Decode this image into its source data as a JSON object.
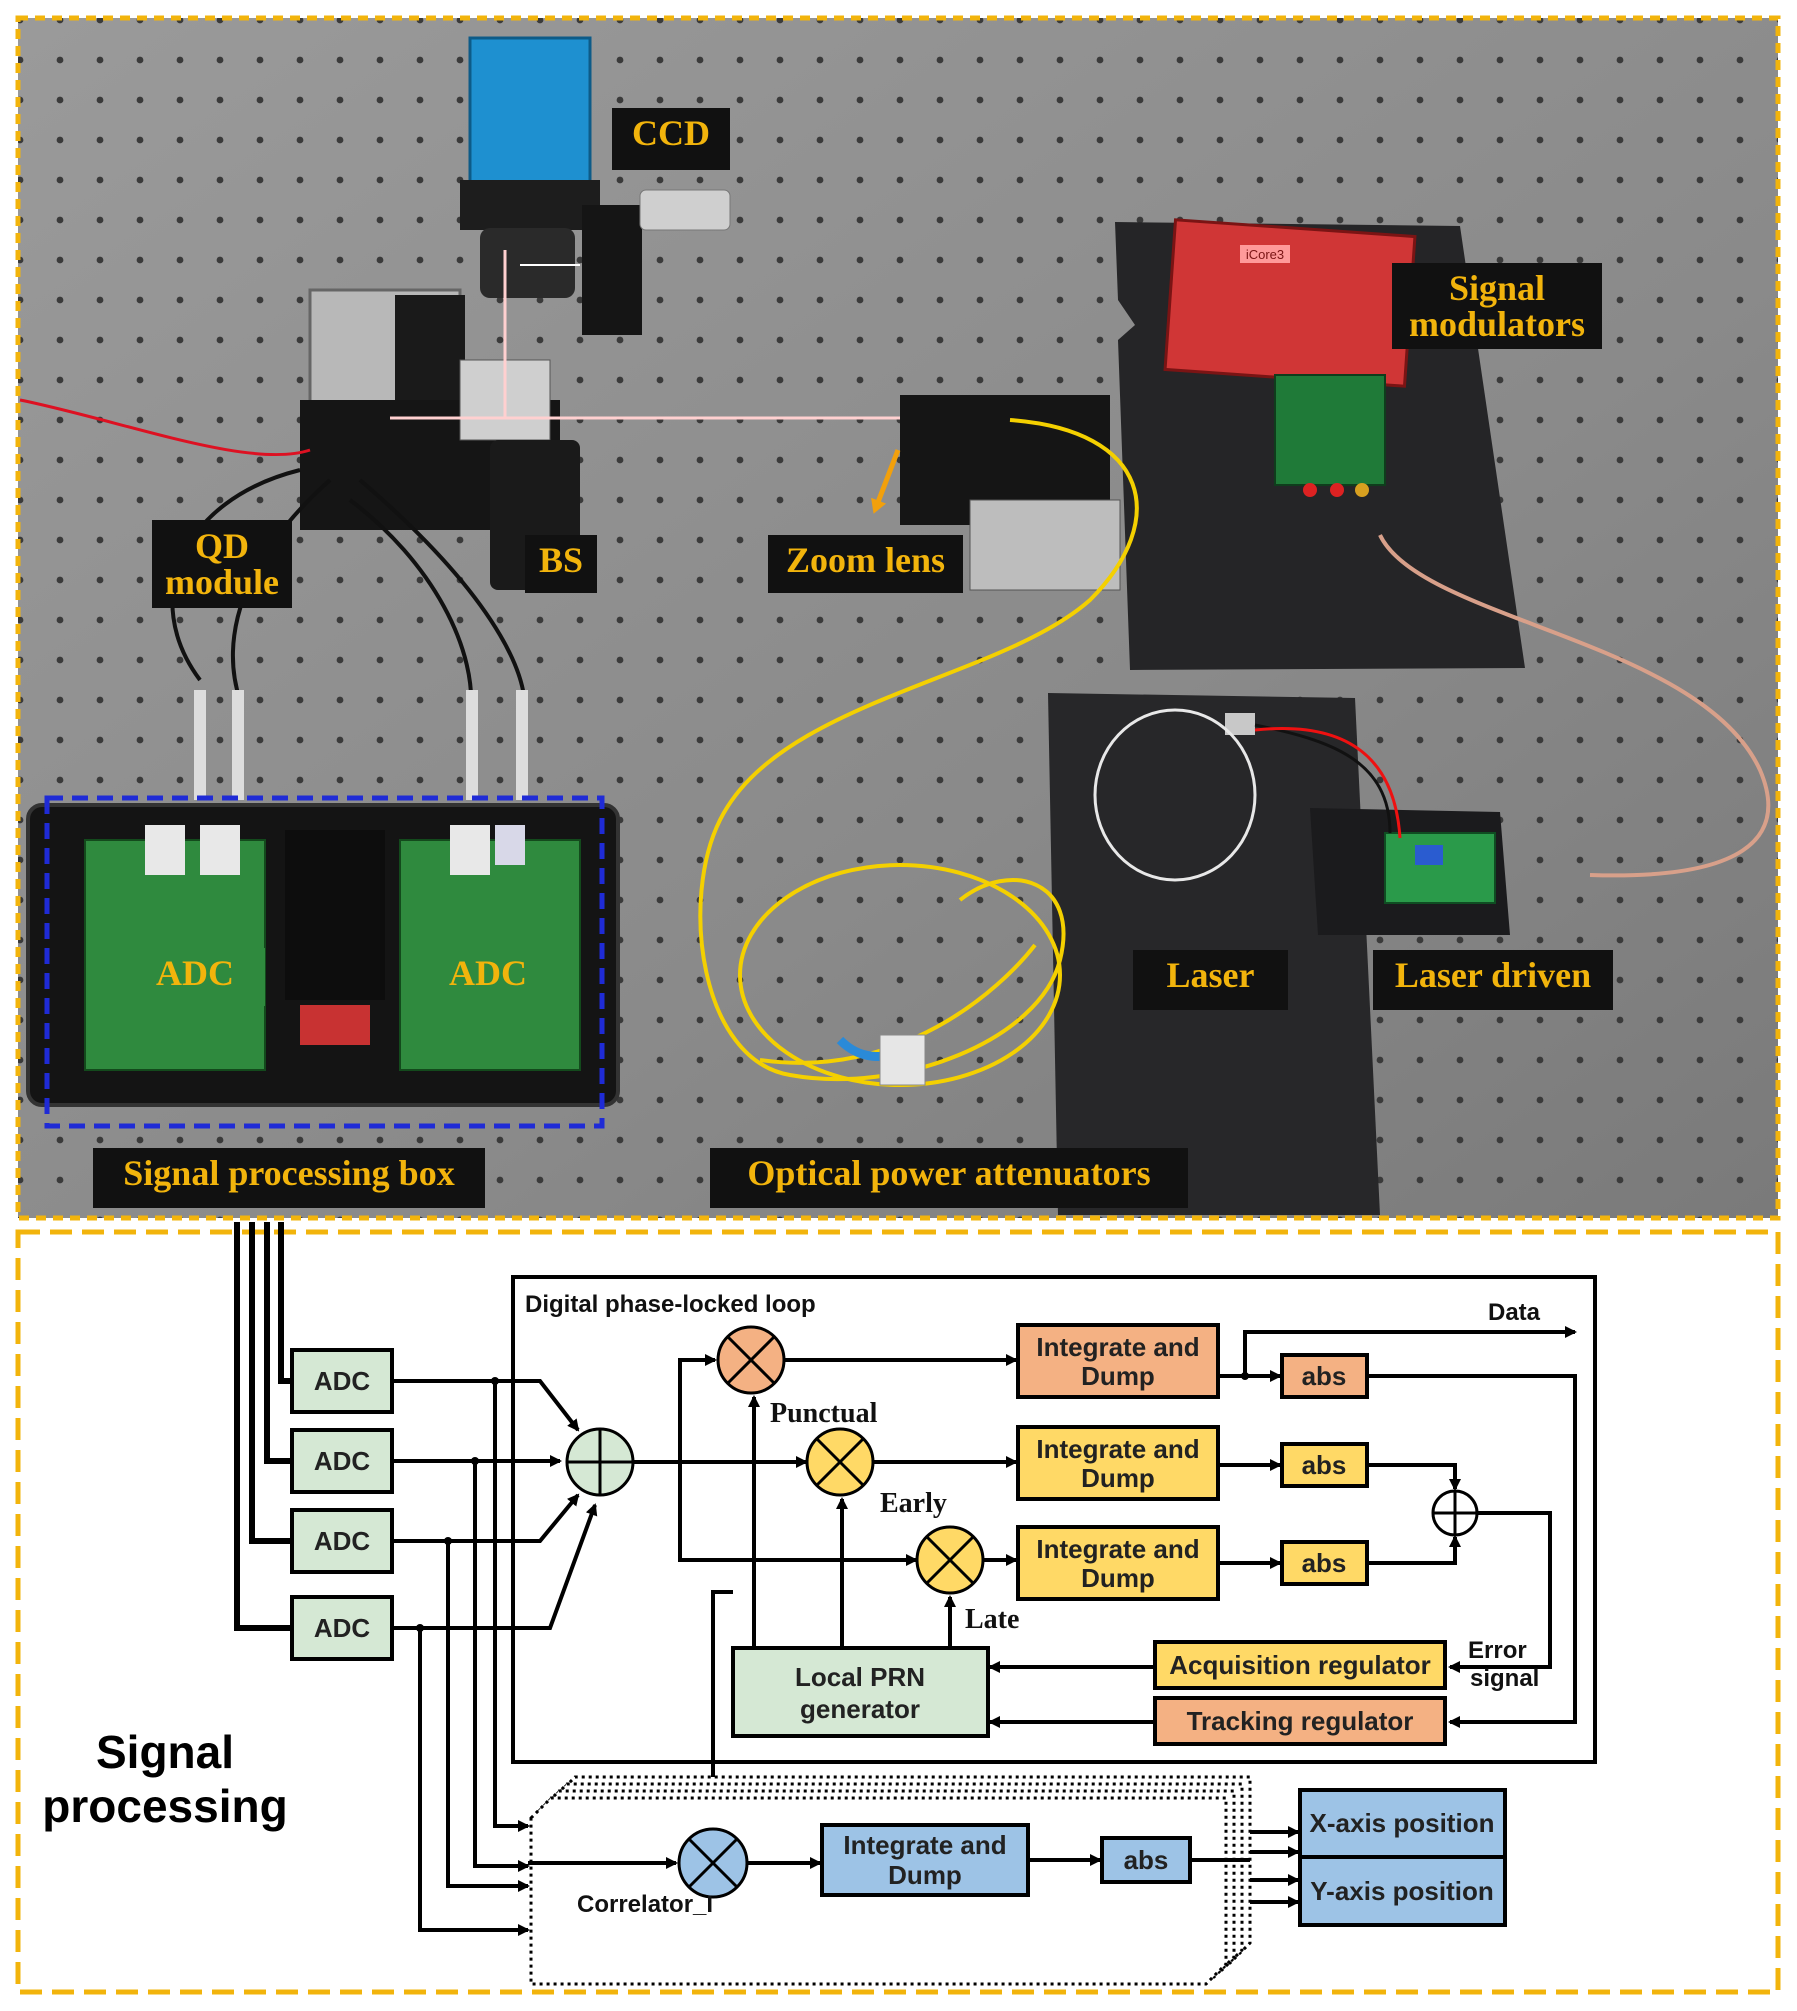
{
  "photo_labels": {
    "ccd": "CCD",
    "signal_modulators_1": "Signal",
    "signal_modulators_2": "modulators",
    "qd_module_1": "QD",
    "qd_module_2": "module",
    "bs": "BS",
    "zoom_lens": "Zoom lens",
    "adc_left": "ADC",
    "adc_right": "ADC",
    "laser": "Laser",
    "laser_driven": "Laser driven",
    "signal_processing_box": "Signal processing box",
    "optical_power_attenuators": "Optical power attenuators",
    "board_text": "iCore3"
  },
  "diagram": {
    "adc_blocks": [
      "ADC",
      "ADC",
      "ADC",
      "ADC"
    ],
    "dpll_title": "Digital phase-locked loop",
    "integrate_dump_1": "Integrate and",
    "integrate_dump_2": "Dump",
    "abs": "abs",
    "data": "Data",
    "punctual": "Punctual",
    "early": "Early",
    "late": "Late",
    "error_1": "Error",
    "error_2": "signal",
    "acquisition_regulator": "Acquisition regulator",
    "tracking_regulator": "Tracking regulator",
    "local_prn_1": "Local PRN",
    "local_prn_2": "generator",
    "correlator": "Correlator_I",
    "x_axis": "X-axis position",
    "y_axis": "Y-axis position",
    "signal_processing_1": "Signal",
    "signal_processing_2": "processing"
  },
  "colors": {
    "frame": "#f2b40c",
    "label_bg": "#111111",
    "label_text": "#f2b40c",
    "table": "#8e8e8e",
    "pcb_green": "#2f8a3e",
    "adc_block": "#d5e8d4",
    "orange_block": "#f4b183",
    "yellow_block": "#ffd966",
    "blue_block": "#9dc3e6",
    "box_outline": "#1f2bd6",
    "laser_beam": "#ff2020",
    "fiber_yellow": "#f4d000"
  }
}
